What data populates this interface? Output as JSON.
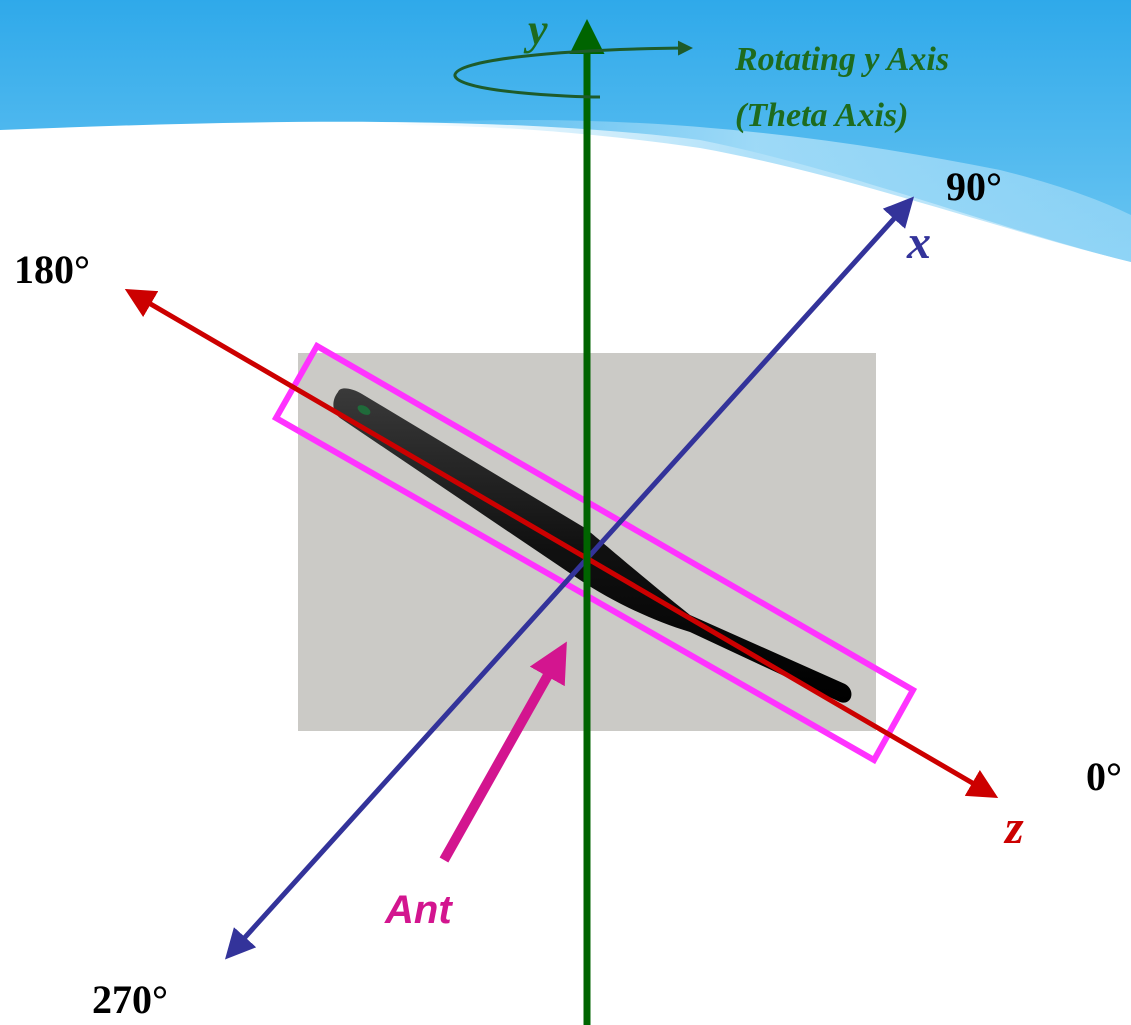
{
  "axes": {
    "y": {
      "letter": "y",
      "color": "#006400"
    },
    "x": {
      "letter": "x",
      "color": "#33339A"
    },
    "z": {
      "letter": "z",
      "color": "#CC0000"
    }
  },
  "rotation": {
    "line1": "Rotating y Axis",
    "line2": "(Theta Axis)",
    "color": "#1E6B1E"
  },
  "angles": {
    "deg0": "0°",
    "deg90": "90°",
    "deg180": "180°",
    "deg270": "270°"
  },
  "antenna": {
    "label": "Ant",
    "label_color": "#D3158F",
    "box_color": "#FF33FF"
  },
  "header_colors": {
    "blue_top": "#3AB0EC",
    "blue_light": "#8ED3F5"
  }
}
